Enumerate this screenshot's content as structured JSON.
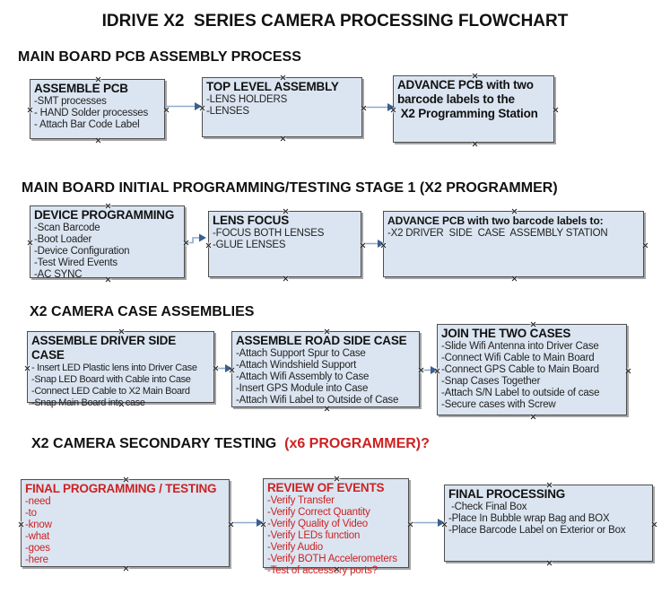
{
  "title": "IDRIVE X2  SERIES CAMERA PROCESSING FLOWCHART",
  "colors": {
    "box_fill": "#dbe5f1",
    "box_border": "#4d4d4d",
    "connector_line": "#8fa9cc",
    "connector_head": "#3a5f91",
    "red_text": "#cc2222",
    "black_text": "#111111"
  },
  "icons": {
    "connection_point": "x-connection-handle"
  },
  "sections": [
    {
      "heading": "MAIN BOARD PCB ASSEMBLY PROCESS",
      "heading_red": ""
    },
    {
      "heading": "MAIN BOARD INITIAL PROGRAMMING/TESTING STAGE 1 (X2 PROGRAMMER)",
      "heading_red": ""
    },
    {
      "heading": "X2 CAMERA CASE ASSEMBLIES",
      "heading_red": ""
    },
    {
      "heading": "X2 CAMERA SECONDARY TESTING  ",
      "heading_red": "(x6 PROGRAMMER)?"
    }
  ],
  "boxes": {
    "assemble_pcb": {
      "title": "ASSEMBLE PCB",
      "lines": [
        "-SMT processes",
        "- HAND Solder processes",
        "- Attach Bar Code Label"
      ]
    },
    "top_level_assembly": {
      "title": "TOP LEVEL ASSEMBLY",
      "lines": [
        "-LENS HOLDERS",
        "-LENSES"
      ]
    },
    "advance_pcb_programming": {
      "title": "ADVANCE PCB with two\nbarcode labels to the\n X2 Programming Station",
      "lines": []
    },
    "device_programming": {
      "title": "DEVICE PROGRAMMING",
      "lines": [
        "-Scan Barcode",
        "-Boot Loader",
        "-Device Configuration",
        "-Test Wired Events",
        "-AC SYNC"
      ]
    },
    "lens_focus": {
      "title": "LENS FOCUS",
      "lines": [
        "-FOCUS BOTH LENSES",
        "-GLUE LENSES"
      ]
    },
    "advance_pcb_driver_station": {
      "title": "ADVANCE PCB with two barcode labels to:",
      "lines": [
        "-X2 DRIVER  SIDE  CASE  ASSEMBLY STATION"
      ]
    },
    "assemble_driver_side_case": {
      "title": "ASSEMBLE DRIVER SIDE CASE",
      "lines": [
        "- Insert LED Plastic lens into Driver Case",
        "-Snap LED Board with Cable into Case",
        "-Connect LED Cable to X2 Main Board",
        "-Snap Main Board into case"
      ]
    },
    "assemble_road_side_case": {
      "title": "ASSEMBLE ROAD SIDE CASE",
      "lines": [
        "-Attach Support Spur to Case",
        "-Attach Windshield Support",
        "-Attach Wifi Assembly to Case",
        "-Insert GPS Module into Case",
        "-Attach Wifi Label to Outside of Case"
      ]
    },
    "join_the_two_cases": {
      "title": "JOIN THE TWO CASES",
      "lines": [
        "-Slide Wifi Antenna into Driver Case",
        "-Connect Wifi Cable to Main Board",
        "-Connect GPS Cable to Main Board",
        "-Snap Cases Together",
        "-Attach S/N Label to outside of case",
        "-Secure cases with Screw"
      ]
    },
    "final_programming_testing": {
      "title": "FINAL PROGRAMMING / TESTING",
      "lines": [
        "-need",
        "-to",
        "-know",
        "-what",
        "-goes",
        "-here"
      ]
    },
    "review_of_events": {
      "title": "REVIEW OF EVENTS",
      "lines": [
        "-Verify Transfer",
        "-Verify Correct Quantity",
        "-Verify Quality of Video",
        "-Verify LEDs function",
        "-Verify Audio",
        "-Verify BOTH Accelerometers",
        "-Test of accessory ports?"
      ]
    },
    "final_processing": {
      "title": "FINAL PROCESSING",
      "lines": [
        " -Check Final Box",
        "-Place In Bubble wrap Bag and BOX",
        "-Place Barcode Label on Exterior or Box"
      ]
    }
  }
}
